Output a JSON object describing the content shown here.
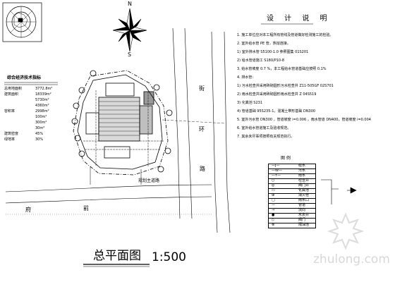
{
  "compass": {
    "north": "N",
    "south": "S"
  },
  "plan": {
    "scale_title": "总平面图",
    "scale_ratio": "1:500",
    "road_label": "规划主道路",
    "street_chars": [
      "府",
      "前",
      "街",
      "路",
      "环"
    ]
  },
  "indicators": {
    "title": "综合经济技术指标",
    "rows": [
      {
        "label": "总用地面积",
        "value": "3772.8m²"
      },
      {
        "label": "建筑面积",
        "value": "18339m²"
      },
      {
        "label": "",
        "value": "5730m²"
      },
      {
        "label": "",
        "value": "4360m²"
      },
      {
        "label": "容积率",
        "value": "2998m²"
      },
      {
        "label": "",
        "value": "100m²"
      },
      {
        "label": "",
        "value": "300m²"
      },
      {
        "label": "",
        "value": "30m²"
      },
      {
        "label": "建筑密度",
        "value": "45%"
      },
      {
        "label": "绿地率",
        "value": "30%"
      }
    ]
  },
  "notes": {
    "title": "设 计 说 明",
    "lines": [
      "1. 施工单位应对本工程所有管线及管道做好检测施工的检验。",
      "2. 室外给水管   PE 管，热熔连接。",
      "   1) 室外排水管   S5100-1.0  参照图集 01S201",
      "   2) 给水管道施工   S180/P10-8",
      "3. 给水管坡度   0.7 %，本工程给水管道基础应按照    0.1%",
      "4. 排水管：",
      "   1) 污水检查井采用砖砌圆形污水检查井      Z11-505GF   02S701",
      "   2) 雨水检查井采用砖砌圆形雨水检查井      Z    04S519",
      "   3) 化粪池   S231",
      "   4) 管道基础   95S235-1，混凝土带形基础   DN300",
      "5. 室外污水管   DN300 ，管道坡度 i=0.006 ，雨水管道   DN400，管道坡度 i=0.004",
      "6. 室外给水管道施工及验收规范。",
      "7. 其余未尽事项按照有关规范执行。"
    ]
  },
  "legend": {
    "title": "图 例",
    "rows": [
      {
        "symbol": "—J—",
        "text": "给水"
      },
      {
        "symbol": "—W—",
        "text": "污水"
      },
      {
        "symbol": "—Y—",
        "text": "雨水"
      },
      {
        "symbol": "○",
        "text": "检查井"
      },
      {
        "symbol": "◎",
        "text": "阀门井"
      },
      {
        "symbol": "▭",
        "text": "化粪池"
      },
      {
        "symbol": "⊕",
        "text": "消火栓"
      },
      {
        "symbol": "▢",
        "text": "雨水口"
      },
      {
        "symbol": "—",
        "text": "管道"
      },
      {
        "symbol": "→",
        "text": "流向"
      },
      {
        "symbol": "●",
        "text": "水表井"
      },
      {
        "symbol": "◇",
        "text": "阀门"
      },
      {
        "symbol": "⊗",
        "text": "隔油池"
      }
    ]
  },
  "watermark": "zhulong.com"
}
